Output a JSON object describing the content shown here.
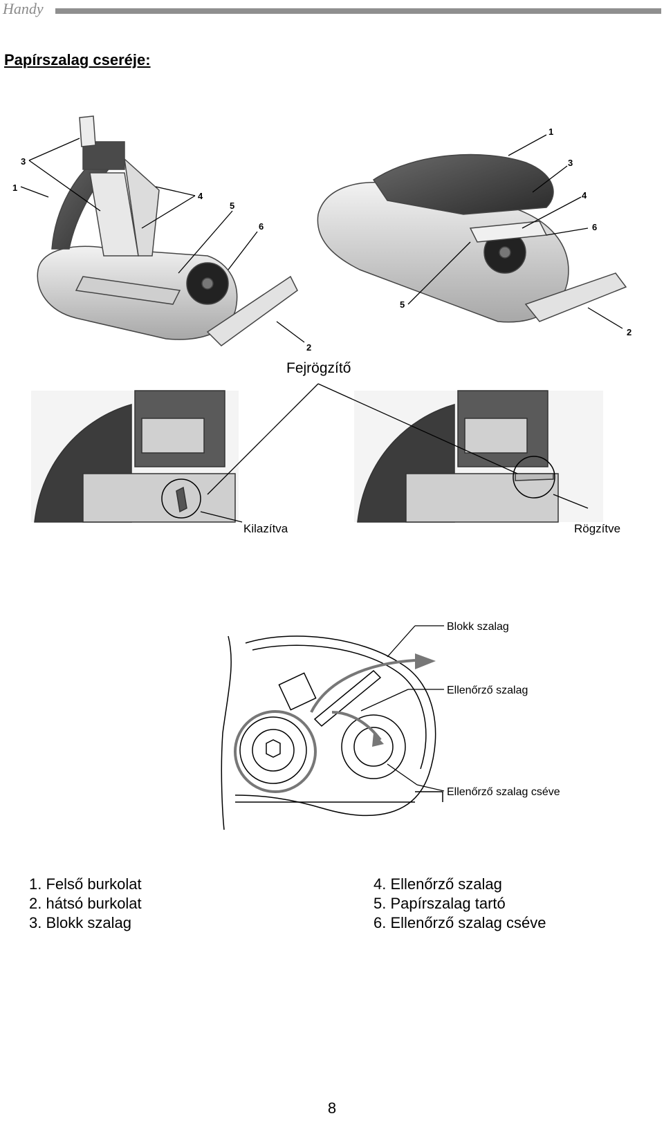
{
  "header": {
    "brand": "Handy"
  },
  "title": "Papírszalag cseréje:",
  "figure1": {
    "callouts_left": [
      "1",
      "2",
      "3",
      "4",
      "5",
      "6"
    ],
    "callouts_right": [
      "1",
      "2",
      "3",
      "4",
      "5",
      "6"
    ]
  },
  "figure2": {
    "head_lock_label": "Fejrögzítő",
    "released_label": "Kilazítva",
    "locked_label": "Rögzítve"
  },
  "figure3": {
    "receipt_tape": "Blokk szalag",
    "journal_tape": "Ellenőrző szalag",
    "journal_spool": "Ellenőrző szalag cséve"
  },
  "legend": {
    "left": [
      "1.  Felső burkolat",
      "2.  hátsó burkolat",
      "3.  Blokk szalag"
    ],
    "right": [
      "4.  Ellenőrző szalag",
      "5.  Papírszalag tartó",
      "6.  Ellenőrző szalag cséve"
    ]
  },
  "page_number": "8"
}
